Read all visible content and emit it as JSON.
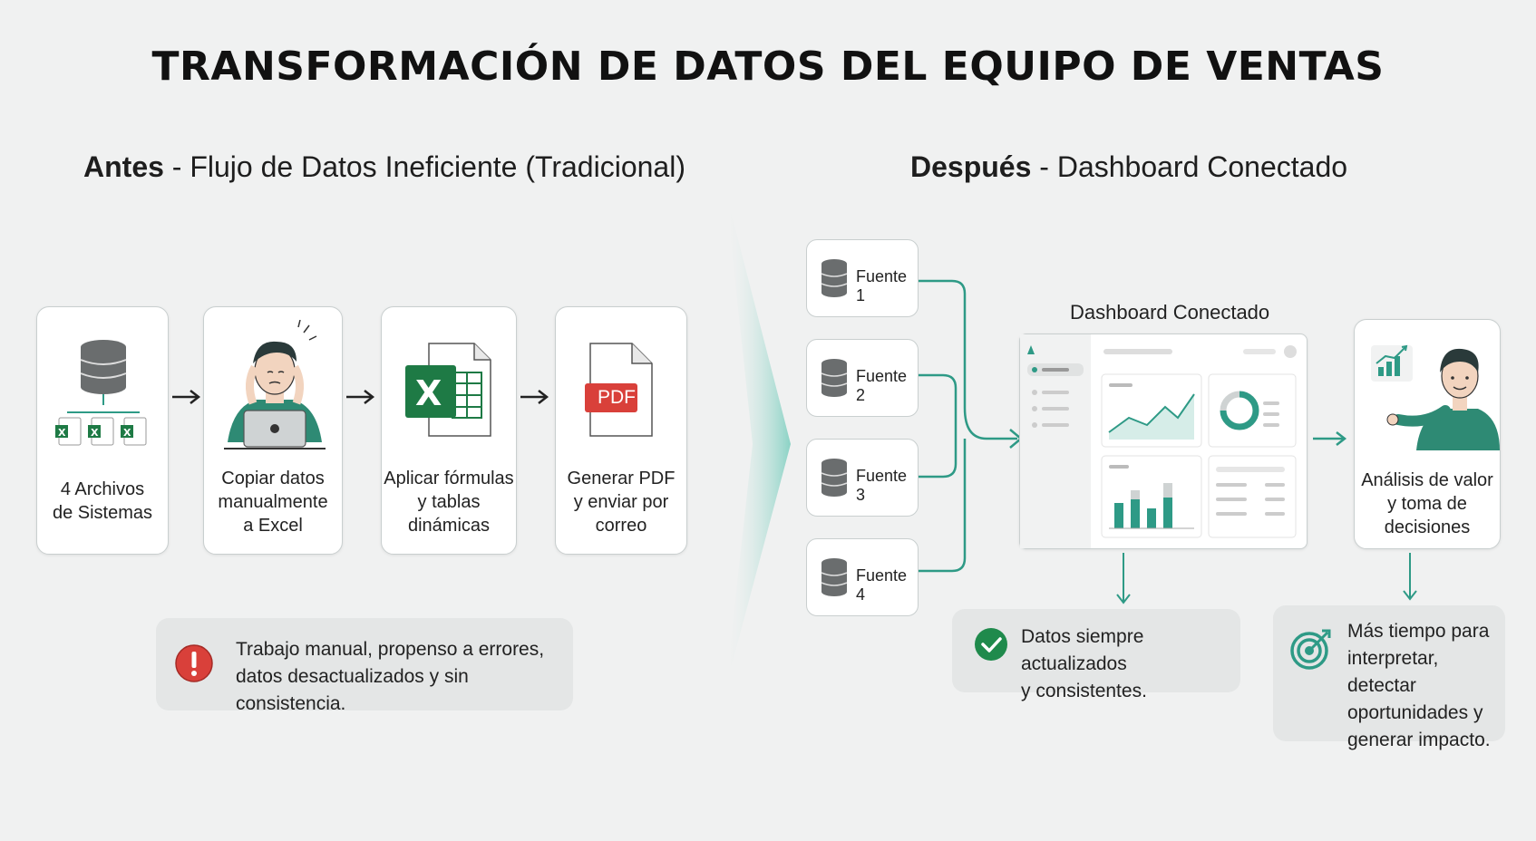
{
  "title": "TRANSFORMACIÓN DE DATOS DEL EQUIPO DE VENTAS",
  "before": {
    "heading_bold": "Antes",
    "heading_rest": " - Flujo de Datos Ineficiente (Tradicional)",
    "steps": [
      {
        "label": "4 Archivos\nde Sistemas",
        "icon": "database-excel-files-icon"
      },
      {
        "label": "Copiar datos\nmanualmente\na Excel",
        "icon": "stressed-person-laptop-icon"
      },
      {
        "label": "Aplicar fórmulas\ny tablas\ndinámicas",
        "icon": "excel-icon"
      },
      {
        "label": "Generar PDF\ny enviar por\ncorreo",
        "icon": "pdf-icon",
        "pdf_text": "PDF"
      }
    ],
    "problem": {
      "icon": "warning-icon",
      "text": "Trabajo manual, propenso a errores,\ndatos desactualizados y sin consistencia."
    }
  },
  "after": {
    "heading_bold": "Después",
    "heading_rest": " - Dashboard Conectado",
    "sources": [
      "Fuente 1",
      "Fuente 2",
      "Fuente 3",
      "Fuente 4"
    ],
    "dashboard_label": "Dashboard Conectado",
    "analysis_label": "Análisis de valor\ny toma de\ndecisiones",
    "benefit_1": {
      "icon": "check-icon",
      "text": "Datos siempre actualizados\ny consistentes."
    },
    "benefit_2": {
      "icon": "target-icon",
      "text": "Más tiempo para\ninterpretar, detectar\noportunidades y\ngenerar impacto."
    }
  },
  "colors": {
    "accent": "#2e9a86",
    "excel_green": "#1e7a45",
    "pdf_red": "#d9403a",
    "warning_red": "#d9403a"
  }
}
